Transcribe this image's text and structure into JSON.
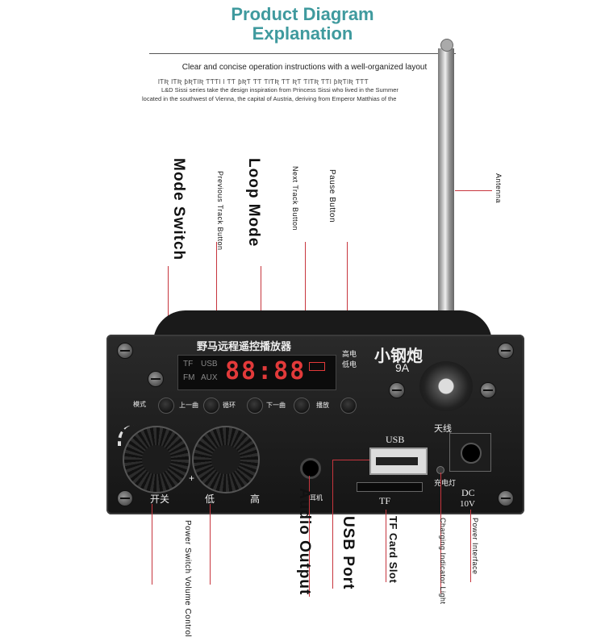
{
  "title": {
    "line1": "Product Diagram",
    "line2": "Explanation"
  },
  "intro": {
    "subtitle": "Clear and concise operation instructions with a well-organized layout",
    "scrambled_line": "ƖƬƦ ƖƬƦ ƥƦƬƖƦ ƬƬƬƖ Ɩ ƬƬ ƥƦƬ ƬƬ ƬƖƬƦ ƬƬ ƦƬ ƬƖƬƦ ƬƬƖ ƥƦƬƖƦ ƬƬƬ",
    "paragraph_line1": "L&D Sissi series take the design inspiration from Princess Sissi who lived in the Summer",
    "paragraph_line2": "located in the southwest of Vienna, the capital of Austria, deriving from Emperor Matthias of the"
  },
  "labels": {
    "mode_switch": "Mode Switch",
    "previous_track": "Previous Track Button",
    "loop_mode": "Loop Mode",
    "next_track": "Next Track Button",
    "pause": "Pause Button",
    "antenna": "Antenna",
    "power_switch": "Power Switch Volume Control",
    "audio_output": "Audio Output",
    "usb_port": "USB Port",
    "tf_card_slot": "TF Card Slot",
    "charging_indicator": "Charging Indicator Light",
    "power_interface": "Power Interface"
  },
  "device": {
    "panel_title": "野马远程遥控播放器",
    "brand": "小钢炮",
    "model": "9A",
    "battery_high": "高电",
    "battery_low": "低电",
    "mode_tf": "TF",
    "mode_usb": "USB",
    "mode_fm": "FM",
    "mode_aux": "AUX",
    "display_digits": "88:88",
    "btn_mode": "模式",
    "btn_prev": "上一曲",
    "btn_loop": "循环",
    "btn_next": "下一曲",
    "btn_play": "播放",
    "knob_power": "开关",
    "knob_low": "低",
    "knob_high": "高",
    "plus": "+",
    "usb_label": "USB",
    "tf_label": "TF",
    "charge_label": "充电灯",
    "antenna_label": "天线",
    "dc_label": "DC",
    "dc_voltage": "10V",
    "audio_label": "耳机"
  },
  "colors": {
    "title": "#3f9a9e",
    "leader": "#c7353d",
    "display": "#e23a3a"
  }
}
